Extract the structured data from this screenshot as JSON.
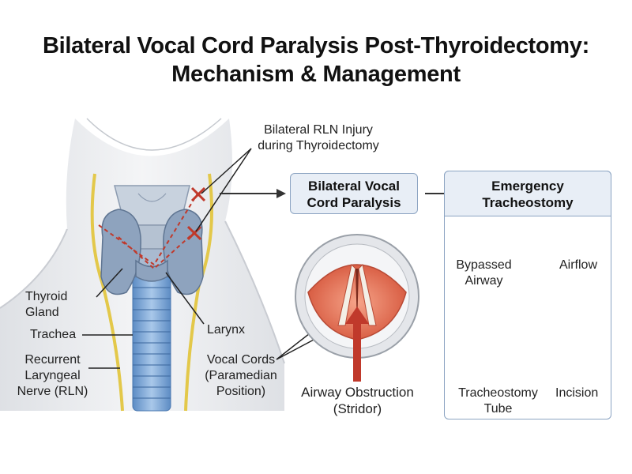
{
  "title": {
    "line1": "Bilateral Vocal Cord Paralysis Post-Thyroidectomy:",
    "line2": "Mechanism & Management"
  },
  "labels": {
    "rln_injury": [
      "Bilateral RLN Injury",
      "during Thyroidectomy"
    ],
    "thyroid_gland": [
      "Thyroid",
      "Gland"
    ],
    "trachea": "Trachea",
    "larynx": "Larynx",
    "rln": [
      "Recurrent",
      "Laryngeal",
      "Nerve (RLN)"
    ],
    "vocal_cords": [
      "Vocal Cords",
      "(Paramedian",
      "Position)"
    ],
    "airway_obstruction": [
      "Airway Obstruction",
      "(Stridor)"
    ],
    "bypassed_airway": [
      "Bypassed",
      "Airway"
    ],
    "airflow": "Airflow",
    "tracheostomy_tube": [
      "Tracheostomy",
      "Tube"
    ],
    "incision": "Incision"
  },
  "boxes": {
    "paralysis": [
      "Bilateral Vocal",
      "Cord Paralysis"
    ],
    "tracheostomy": [
      "Emergency",
      "Tracheostomy"
    ]
  },
  "colors": {
    "nerve": "#e3c84a",
    "thyroid": "#8ea3be",
    "trachea": "#7aa6d6",
    "injury_mark": "#c0392b",
    "vocal_tissue": "#e8735a",
    "box_fill": "#e8eef6",
    "box_border": "#8ca4c2"
  }
}
